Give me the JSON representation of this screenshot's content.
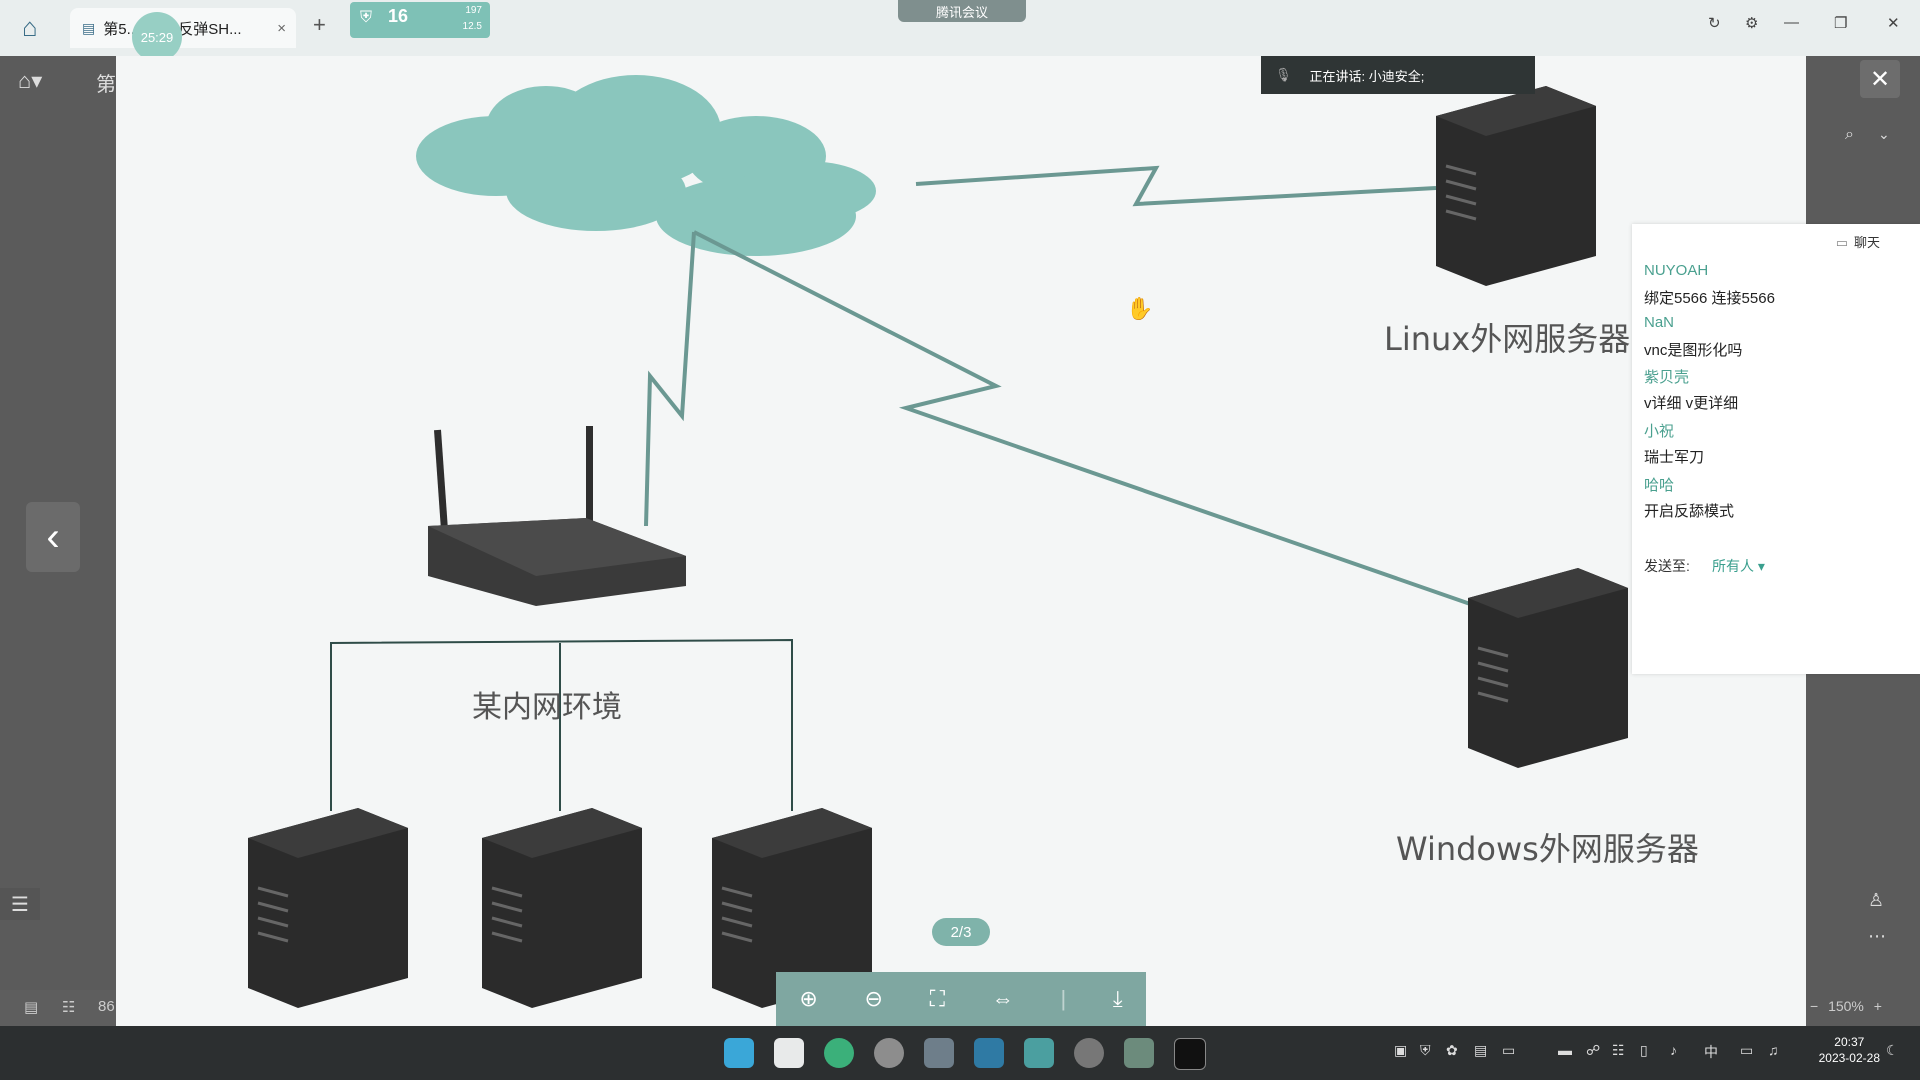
{
  "browser": {
    "tab_title": "第5... 入门-反弹SH...",
    "tab_close": "×",
    "new_tab": "+",
    "timer": "25:29",
    "net_speed": "16",
    "net_up": "197",
    "net_down": "12.5",
    "meeting_label": "腾讯会议"
  },
  "left_panel": {
    "first_char": "第",
    "back_icon": "‹",
    "list_icon": "☰",
    "bottom_value": "86"
  },
  "right_panel": {
    "close_icon": "✕",
    "zoom": "150%"
  },
  "speaking": "正在讲话: 小迪安全;",
  "diagram": {
    "linux_label": "Linux外网服务器",
    "windows_label": "Windows外网服务器",
    "intranet_label": "某内网环境"
  },
  "chat": {
    "header": "聊天",
    "messages": [
      {
        "name": "NUYOAH",
        "text": "绑定5566 连接5566"
      },
      {
        "name": "NaN",
        "text": "vnc是图形化吗"
      },
      {
        "name": "紫贝壳",
        "text": "v详细 v更详细"
      },
      {
        "name": "小祝",
        "text": "瑞士军刀"
      },
      {
        "name": "哈哈",
        "text": "开启反舔模式"
      }
    ],
    "send_to_label": "发送至:",
    "send_to_target": "所有人"
  },
  "pager": "2/3",
  "toolbar": {
    "zoom_in": "⊕",
    "zoom_out": "⊖",
    "fullscreen": "⛶",
    "fit": "⇔",
    "download": "⤓"
  },
  "taskbar": {
    "time": "20:37",
    "date": "2023-02-28",
    "ime": "中"
  },
  "colors": {
    "accent": "#7fb3aa",
    "cloud": "#8ac6bd",
    "server": "#2b2b2b"
  }
}
